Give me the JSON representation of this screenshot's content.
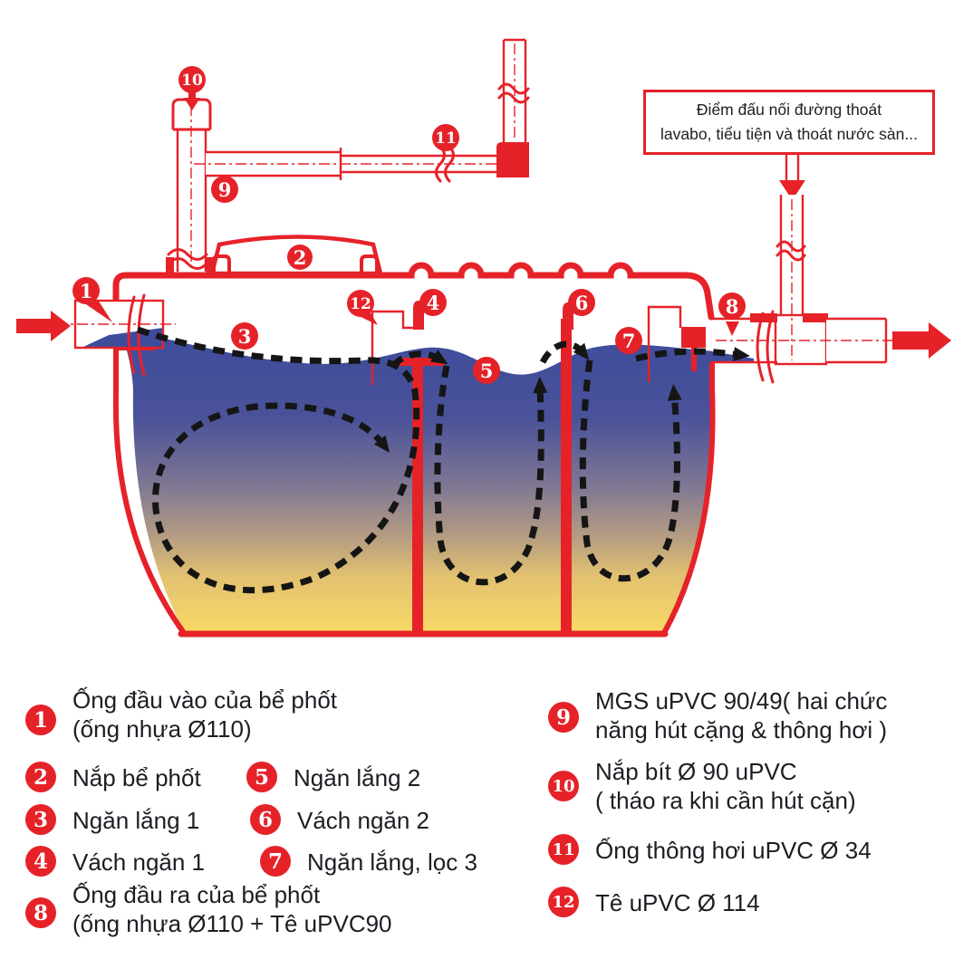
{
  "title": "Septic tank cross-section diagram (bể phốt)",
  "callout_box": {
    "line1": "Điểm đấu nối đường thoát",
    "line2": "lavabo, tiểu tiện và thoát nước sàn..."
  },
  "markers": {
    "m1": "1",
    "m2": "2",
    "m3": "3",
    "m4": "4",
    "m5": "5",
    "m6": "6",
    "m7": "7",
    "m8": "8",
    "m9": "9",
    "m10": "10",
    "m11": "11",
    "m12": "12"
  },
  "legend": {
    "items": [
      {
        "num": "1",
        "line1": "Ống đầu vào của bể phốt",
        "line2": "(ống nhựa Ø110)"
      },
      {
        "num": "2",
        "line1": "Nắp bể phốt",
        "line2": ""
      },
      {
        "num": "3",
        "line1": "Ngăn lắng 1",
        "line2": ""
      },
      {
        "num": "4",
        "line1": "Vách ngăn 1",
        "line2": ""
      },
      {
        "num": "5",
        "line1": "Ngăn lắng 2",
        "line2": ""
      },
      {
        "num": "6",
        "line1": "Vách ngăn 2",
        "line2": ""
      },
      {
        "num": "7",
        "line1": "Ngăn lắng, lọc 3",
        "line2": ""
      },
      {
        "num": "8",
        "line1": "Ống đầu ra của bể phốt",
        "line2": "(ống nhựa Ø110 + Tê uPVC90"
      },
      {
        "num": "9",
        "line1": "MGS uPVC 90/49( hai chức",
        "line2": "năng hút cặng & thông hơi )"
      },
      {
        "num": "10",
        "line1": "Nắp bít Ø 90 uPVC",
        "line2": "( tháo ra khi cần hút cặn)"
      },
      {
        "num": "11",
        "line1": "Ống thông hơi uPVC Ø 34",
        "line2": ""
      },
      {
        "num": "12",
        "line1": "Tê uPVC Ø 114",
        "line2": ""
      }
    ]
  },
  "colors": {
    "red": "#e62229",
    "ink": "#1d1d24",
    "flow": "#151515",
    "water_top": "#3e4c9c",
    "water_upper": "#4a5299",
    "water_mid": "#7f7793",
    "water_tan": "#b29a83",
    "water_gold": "#e2c171",
    "water_bottom": "#f8d967"
  }
}
